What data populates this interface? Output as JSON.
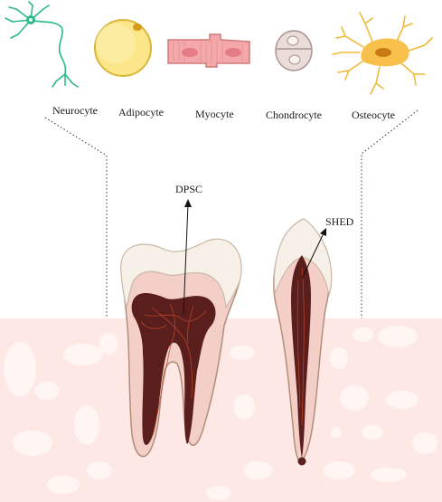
{
  "cell_labels": {
    "neurocyte": "Neurocyte",
    "adipocyte": "Adipocyte",
    "myocyte": "Myocyte",
    "chondrocyte": "Chondrocyte",
    "osteocyte": "Osteocyte"
  },
  "tooth_labels": {
    "permanent": "DPSC",
    "deciduous": "SHED"
  },
  "colors": {
    "gum": "#fde8e6",
    "gum_spot": "#fff4f2",
    "enamel": "#f6f0e8",
    "dentin": "#f3cfc7",
    "pulp": "#5a1f1c",
    "vessel": "#c0452a",
    "neuron": "#2bb98a",
    "adipocyte_fill": "#fbe68a",
    "myocyte_fill": "#f3a9a9",
    "chondrocyte_fill": "#e9dcd9",
    "osteocyte_fill": "#f7c04a"
  }
}
